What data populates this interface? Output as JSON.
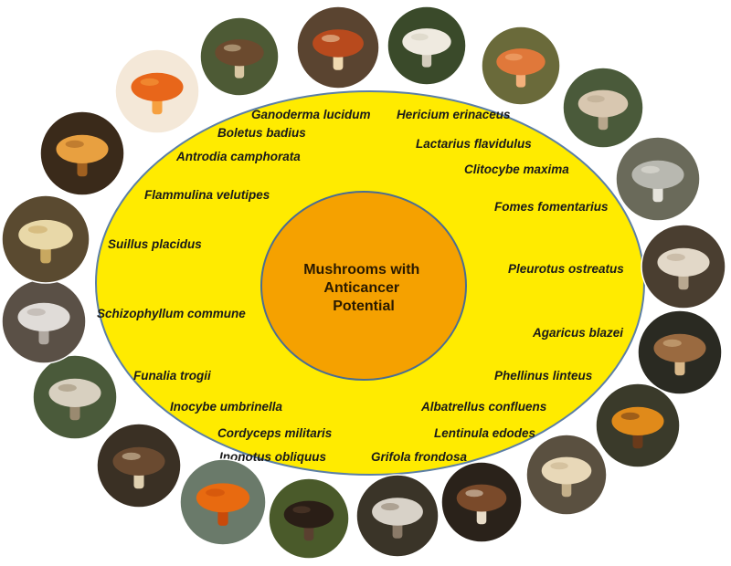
{
  "center": {
    "title_lines": [
      "Mushrooms with",
      "Anticancer",
      "Potential"
    ]
  },
  "colors": {
    "outer_ellipse": "#ffeb00",
    "outer_stroke": "#5b7fa6",
    "inner_ellipse": "#f5a100",
    "inner_stroke": "#4a6d92"
  },
  "species": [
    "Ganoderma lucidum",
    "Hericium erinaceus",
    "Boletus badius",
    "Lactarius flavidulus",
    "Antrodia camphorata",
    "Clitocybe maxima",
    "Flammulina velutipes",
    "Fomes fomentarius",
    "Suillus placidus",
    "Pleurotus ostreatus",
    "Schizophyllum commune",
    "Agaricus blazei",
    "Funalia trogii",
    "Phellinus linteus",
    "Inocybe umbrinella",
    "Albatrellus confluens",
    "Cordyceps militaris",
    "Lentinula edodes",
    "Inonotus obliquus",
    "Grifola frondosa"
  ],
  "photos": [
    {
      "icon": "boletus-photo",
      "fill": "#6b4a2e",
      "accent": "#d9c7a3",
      "bg": "#4d5a35"
    },
    {
      "icon": "ganoderma-photo",
      "fill": "#b84a1d",
      "accent": "#f0d9b0",
      "bg": "#5a4430"
    },
    {
      "icon": "hericium-photo",
      "fill": "#efeae0",
      "accent": "#d4cdbd",
      "bg": "#3a4a2a"
    },
    {
      "icon": "lactarius-photo",
      "fill": "#e0783a",
      "accent": "#f4b07a",
      "bg": "#6a6a3a"
    },
    {
      "icon": "clitocybe-photo",
      "fill": "#d8c7b0",
      "accent": "#b8a68c",
      "bg": "#4a5a3a"
    },
    {
      "icon": "fomes-photo",
      "fill": "#b8b8b0",
      "accent": "#e6e4dc",
      "bg": "#6a6a5a"
    },
    {
      "icon": "pleurotus-photo",
      "fill": "#e2d8c8",
      "accent": "#b8a890",
      "bg": "#4a3e30"
    },
    {
      "icon": "agaricus-photo",
      "fill": "#9a6a40",
      "accent": "#d9b88a",
      "bg": "#2a2a22"
    },
    {
      "icon": "phellinus-photo",
      "fill": "#e08a1a",
      "accent": "#6a3a1a",
      "bg": "#3a3a2a"
    },
    {
      "icon": "albatrellus-photo",
      "fill": "#e8d8b8",
      "accent": "#c4b08a",
      "bg": "#5a5040"
    },
    {
      "icon": "lentinula-photo",
      "fill": "#7a4a2a",
      "accent": "#e8dcc8",
      "bg": "#2a221a"
    },
    {
      "icon": "grifola-photo",
      "fill": "#d8d2c8",
      "accent": "#8a7a68",
      "bg": "#3a3428"
    },
    {
      "icon": "inonotus-photo",
      "fill": "#2a1e16",
      "accent": "#5a4030",
      "bg": "#4a5a2a"
    },
    {
      "icon": "cordyceps-photo",
      "fill": "#e86a10",
      "accent": "#c84a0a",
      "bg": "#6a7a6a"
    },
    {
      "icon": "funalia-photo",
      "fill": "#6a4a30",
      "accent": "#e0d0b0",
      "bg": "#3a3024"
    },
    {
      "icon": "inocybe-photo",
      "fill": "#d8d0c0",
      "accent": "#9a8a70",
      "bg": "#4a5a3a"
    },
    {
      "icon": "schizophyllum-photo",
      "fill": "#e0dcd8",
      "accent": "#b0a8a0",
      "bg": "#5a5046"
    },
    {
      "icon": "suillus-photo",
      "fill": "#e8d8a8",
      "accent": "#c8a860",
      "bg": "#5a4a30"
    },
    {
      "icon": "flammulina-photo",
      "fill": "#e8a040",
      "accent": "#a06020",
      "bg": "#3a2a1a"
    },
    {
      "icon": "antrodia-photo",
      "fill": "#e8661a",
      "accent": "#f6a040",
      "bg": "#f4e8d8"
    }
  ]
}
